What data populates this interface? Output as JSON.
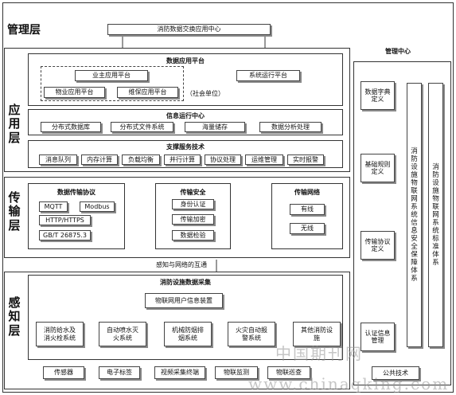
{
  "layers": {
    "management": "管理层",
    "application": [
      "应",
      "用",
      "层"
    ],
    "transmission": [
      "传",
      "输",
      "层"
    ],
    "perception": [
      "感",
      "知",
      "层"
    ]
  },
  "management_layer": {
    "exchange_center": "消防数据交换应用中心"
  },
  "application_layer": {
    "data_platform": {
      "title": "数据应用平台",
      "owner_platform": "业主应用平台",
      "property_platform": "物业应用平台",
      "maintenance_platform": "维保应用平台",
      "social_unit": "（社会单位）",
      "ops_platform": "系统运行平台"
    },
    "info_center": {
      "title": "信息运行中心",
      "items": [
        "分布式数据库",
        "分布式文件系统",
        "海量储存",
        "数据分析处理"
      ]
    },
    "support_tech": {
      "title": "支撑服务技术",
      "items": [
        "消息队列",
        "内存计算",
        "负载均衡",
        "并行计算",
        "协议处理",
        "运维管理",
        "实时报警"
      ]
    }
  },
  "transmission_layer": {
    "protocol": {
      "title": "数据传输协议",
      "items": [
        "MQTT",
        "Modbus",
        "HTTP/HTTPS",
        "GB/T 26875.3"
      ]
    },
    "security": {
      "title": "传输安全",
      "items": [
        "身份认证",
        "传输加密",
        "数据检验"
      ]
    },
    "network": {
      "title": "传输网络",
      "items": [
        "有线",
        "无线"
      ]
    },
    "interconnect": "感知与网络的互通"
  },
  "perception_layer": {
    "title": "消防设施数据采集",
    "iot_device": "物联网用户信息装置",
    "systems": [
      [
        "消防给水及",
        "消火栓系统"
      ],
      [
        "自动喷水灭",
        "火系统"
      ],
      [
        "机械防烟排",
        "烟系统"
      ],
      [
        "火灾自动报",
        "警系统"
      ],
      [
        "其他消防设",
        "施"
      ]
    ],
    "bottom": [
      "传感器",
      "电子标签",
      "视频采集终端",
      "物联监测",
      "物联巡查"
    ]
  },
  "management_center": {
    "title": "管理中心",
    "items": [
      [
        "数据字典",
        "定义"
      ],
      [
        "基础规则",
        "定义"
      ],
      [
        "传输协议",
        "定义"
      ],
      [
        "认证信息",
        "管理"
      ]
    ],
    "public_tech": "公共技术",
    "security_system": "消防设施物联网系统信息安全保障体系",
    "standard_system": "消防设施物联网系统标准体系"
  },
  "watermark": {
    "cn": "中国期刊网",
    "url": "www.chinaqking.com"
  }
}
